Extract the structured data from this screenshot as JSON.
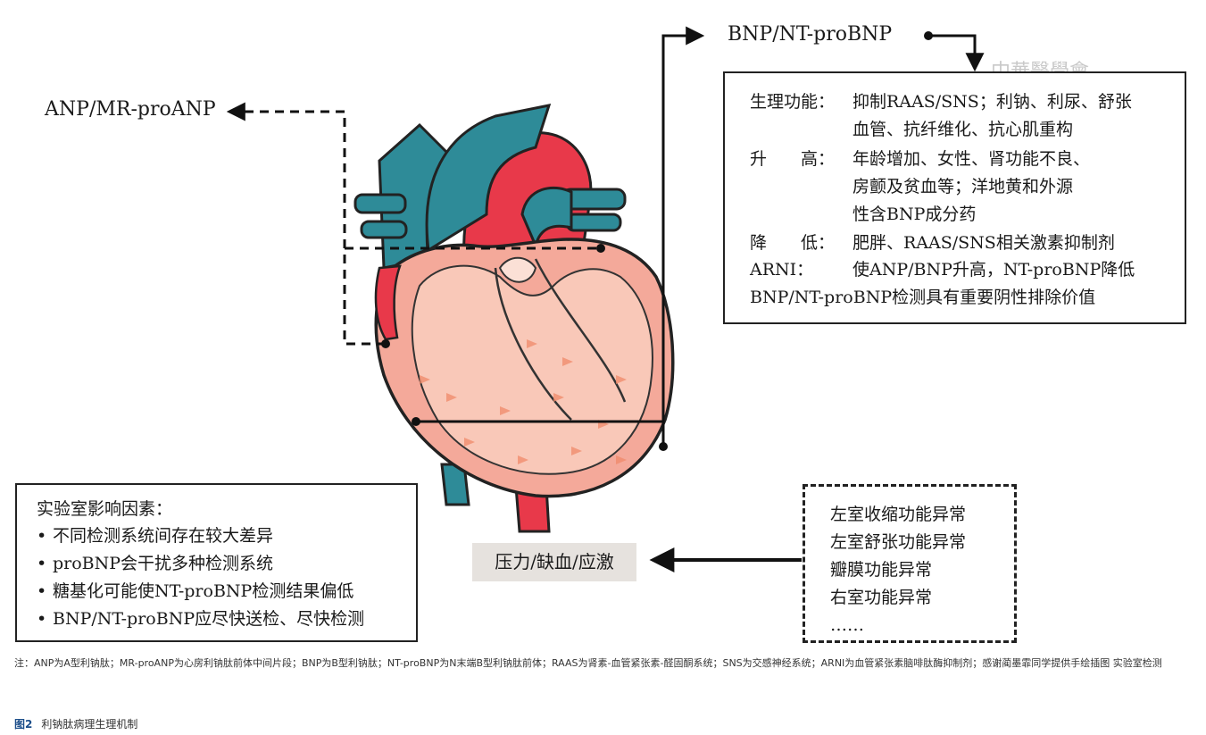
{
  "labels": {
    "anp": "ANP/MR-proANP",
    "bnp": "BNP/NT-proBNP",
    "stress": "压力/缺血/应激"
  },
  "bnp_info": {
    "rows": [
      {
        "key": "生理功能：",
        "lines": [
          "抑制RAAS/SNS；利钠、利尿、舒张",
          "血管、抗纤维化、抗心肌重构"
        ]
      },
      {
        "key": "升　　高：",
        "lines": [
          "年龄增加、女性、肾功能不良、",
          "房颤及贫血等；洋地黄和外源",
          "性含BNP成分药"
        ]
      },
      {
        "key": "降　　低：",
        "lines": [
          "肥胖、RAAS/SNS相关激素抑制剂"
        ]
      },
      {
        "key": "ARNI：",
        "lines": [
          "使ANP/BNP升高，NT-proBNP降低"
        ]
      }
    ],
    "summary": "BNP/NT-proBNP检测具有重要阴性排除价值"
  },
  "lab_factors": {
    "title": "实验室影响因素：",
    "items": [
      "不同检测系统间存在较大差异",
      "proBNP会干扰多种检测系统",
      "糖基化可能使NT-proBNP检测结果偏低",
      "BNP/NT-proBNP应尽快送检、尽快检测"
    ]
  },
  "causes": {
    "items": [
      "左室收缩功能异常",
      "左室舒张功能异常",
      "瓣膜功能异常",
      "右室功能异常",
      "……"
    ]
  },
  "watermark": "中華醫學會",
  "footnote": "注：ANP为A型利钠肽；MR-proANP为心房利钠肽前体中间片段；BNP为B型利钠肽；NT-proBNP为N末端B型利钠肽前体；RAAS为肾素-血管紧张素-醛固酮系统；SNS为交感神经系统；ARNI为血管紧张素脑啡肽酶抑制剂；感谢蔺墨霏同学提供手绘插图 实验室检测",
  "caption": {
    "number": "图2",
    "title": "利钠肽病理生理机制"
  },
  "colors": {
    "aorta": "#e8394a",
    "pulmonary": "#2e8b98",
    "myocardium": "#f4a99a",
    "inner": "#f9c8b8",
    "box_fill": "#e6e2de"
  }
}
